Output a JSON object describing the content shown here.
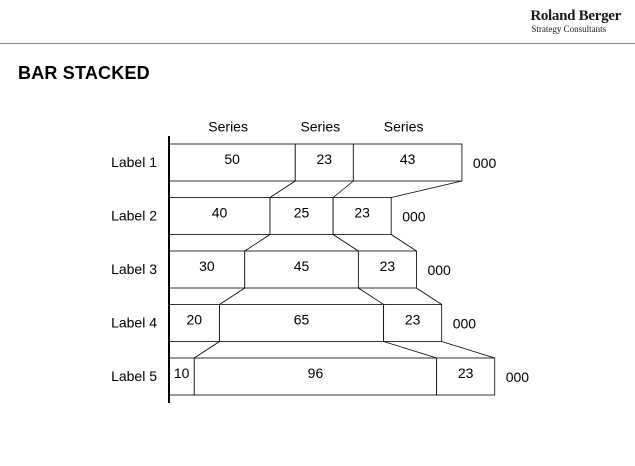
{
  "header": {
    "brand_name": "Roland Berger",
    "brand_tagline": "Strategy Consultants"
  },
  "page": {
    "title": "BAR STACKED"
  },
  "chart_data": {
    "type": "bar",
    "orientation": "horizontal",
    "stacked": true,
    "connector_lines": true,
    "categories": [
      "Label 1",
      "Label 2",
      "Label 3",
      "Label 4",
      "Label 5"
    ],
    "series": [
      {
        "name": "Series",
        "values": [
          50,
          40,
          30,
          20,
          10
        ]
      },
      {
        "name": "Series",
        "values": [
          23,
          25,
          45,
          65,
          96
        ]
      },
      {
        "name": "Series",
        "values": [
          43,
          23,
          23,
          23,
          23
        ]
      }
    ],
    "total_labels": [
      "000",
      "000",
      "000",
      "000",
      "000"
    ],
    "xlim": [
      0,
      130
    ],
    "grid": false,
    "colors": {
      "bar_fill": "#ffffff",
      "bar_stroke": "#000000",
      "axis": "#000000"
    }
  }
}
